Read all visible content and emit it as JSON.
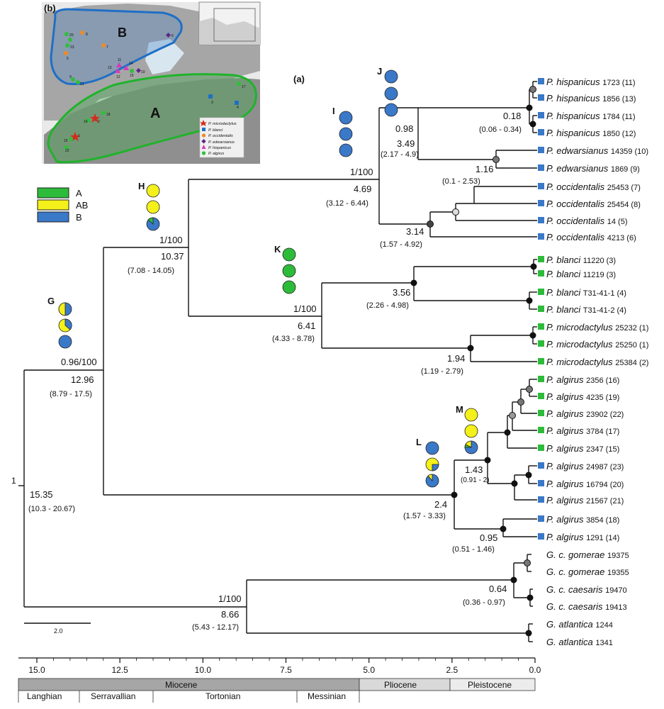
{
  "panel_b": {
    "label": "(b)",
    "area_labels": [
      "A",
      "B"
    ],
    "legend": [
      "P. microdactylus",
      "P. blanci",
      "P. occidentalis",
      "P. edwarsianus",
      "P. hispanicus",
      "P. algirus"
    ],
    "site_numbers": [
      "20",
      "23",
      "8",
      "7",
      "6",
      "5",
      "9",
      "21",
      "11",
      "13",
      "12",
      "14",
      "10",
      "19",
      "3",
      "4",
      "17",
      "15",
      "22",
      "1",
      "2",
      "16",
      "18"
    ],
    "colors": {
      "A": "#1fb32b",
      "B": "#1f6fc6",
      "land": "#9a9a9a",
      "sea": "#ffffff"
    }
  },
  "panel_a_label": "(a)",
  "area_legend": [
    {
      "label": "A",
      "color": "#2dbb3a"
    },
    {
      "label": "AB",
      "color": "#f4f01a"
    },
    {
      "label": "B",
      "color": "#3a78c8"
    }
  ],
  "root_label": "1",
  "nodes": [
    {
      "letter": "G",
      "support": "0.96/100",
      "age": "12.96",
      "hpd": "(8.79 - 17.5)"
    },
    {
      "letter": "H",
      "support": "1/100",
      "age": "10.37",
      "hpd": "(7.08 - 14.05)"
    },
    {
      "letter": "I",
      "support": "1/100",
      "age": "4.69",
      "hpd": "(3.12 - 6.44)"
    },
    {
      "letter": "J",
      "support": "0.98",
      "age": "3.49",
      "hpd": "(2.17 - 4.9)"
    },
    {
      "letter": "K",
      "support": "1/100",
      "age": "6.41",
      "hpd": "(4.33 - 8.78)"
    },
    {
      "letter": "L",
      "support": "",
      "age": "2.4",
      "hpd": "(1.57 - 3.33)"
    },
    {
      "letter": "M",
      "support": "",
      "age": "1.43",
      "hpd": "(0.91 - 2)"
    }
  ],
  "other_ages": [
    {
      "age": "15.35",
      "hpd": "(10.3 - 20.67)"
    },
    {
      "age": "0.18",
      "hpd": "(0.06 - 0.34)"
    },
    {
      "age": "1.16",
      "hpd": "(0.1 - 2.53)"
    },
    {
      "age": "3.14",
      "hpd": "(1.57 - 4.92)"
    },
    {
      "age": "3.56",
      "hpd": "(2.26 - 4.98)"
    },
    {
      "age": "1.94",
      "hpd": "(1.19 - 2.79)"
    },
    {
      "age": "0.95",
      "hpd": "(0.51 - 1.46)"
    },
    {
      "age": "0.64",
      "hpd": "(0.36 - 0.97)"
    },
    {
      "support": "1/100",
      "age": "8.66",
      "hpd": "(5.43 - 12.17)"
    }
  ],
  "tips": [
    {
      "name": "P. hispanicus",
      "id": "1723",
      "site": "(11)",
      "area": "B"
    },
    {
      "name": "P. hispanicus",
      "id": "1856",
      "site": "(13)",
      "area": "B"
    },
    {
      "name": "P. hispanicus",
      "id": "1784",
      "site": "(11)",
      "area": "B"
    },
    {
      "name": "P. hispanicus",
      "id": "1850",
      "site": "(12)",
      "area": "B"
    },
    {
      "name": "P. edwarsianus",
      "id": "14359",
      "site": "(10)",
      "area": "B"
    },
    {
      "name": "P. edwarsianus",
      "id": "1869",
      "site": "(9)",
      "area": "B"
    },
    {
      "name": "P. occidentalis",
      "id": "25453",
      "site": "(7)",
      "area": "B"
    },
    {
      "name": "P. occidentalis",
      "id": "25454",
      "site": "(8)",
      "area": "B"
    },
    {
      "name": "P. occidentalis",
      "id": "14",
      "site": "(5)",
      "area": "B"
    },
    {
      "name": "P. occidentalis",
      "id": "4213",
      "site": "(6)",
      "area": "B"
    },
    {
      "name": "P. blanci",
      "id": "11220",
      "site": "(3)",
      "area": "A"
    },
    {
      "name": "P. blanci",
      "id": "11219",
      "site": "(3)",
      "area": "A"
    },
    {
      "name": "P. blanci",
      "id": "T31-41-1",
      "site": "(4)",
      "area": "A"
    },
    {
      "name": "P. blanci",
      "id": "T31-41-2",
      "site": "(4)",
      "area": "A"
    },
    {
      "name": "P. microdactylus",
      "id": "25232",
      "site": "(1)",
      "area": "A"
    },
    {
      "name": "P. microdactylus",
      "id": "25250",
      "site": "(1)",
      "area": "A"
    },
    {
      "name": "P. microdactylus",
      "id": "25384",
      "site": "(2)",
      "area": "A"
    },
    {
      "name": "P. algirus",
      "id": "2356",
      "site": "(16)",
      "area": "A"
    },
    {
      "name": "P. algirus",
      "id": "4235",
      "site": "(19)",
      "area": "A"
    },
    {
      "name": "P. algirus",
      "id": "23902",
      "site": "(22)",
      "area": "A"
    },
    {
      "name": "P. algirus",
      "id": "3784",
      "site": "(17)",
      "area": "A"
    },
    {
      "name": "P. algirus",
      "id": "2347",
      "site": "(15)",
      "area": "A"
    },
    {
      "name": "P. algirus",
      "id": "24987",
      "site": "(23)",
      "area": "B"
    },
    {
      "name": "P. algirus",
      "id": "16794",
      "site": "(20)",
      "area": "B"
    },
    {
      "name": "P. algirus",
      "id": "21567",
      "site": "(21)",
      "area": "B"
    },
    {
      "name": "P. algirus",
      "id": "3854",
      "site": "(18)",
      "area": "B"
    },
    {
      "name": "P. algirus",
      "id": "1291",
      "site": "(14)",
      "area": "B"
    },
    {
      "name": "G. c. gomerae",
      "id": "19375",
      "site": "",
      "area": ""
    },
    {
      "name": "G. c. gomerae",
      "id": "19355",
      "site": "",
      "area": ""
    },
    {
      "name": "G. c. caesaris",
      "id": "19470",
      "site": "",
      "area": ""
    },
    {
      "name": "G. c. caesaris",
      "id": "19413",
      "site": "",
      "area": ""
    },
    {
      "name": "G. atlantica",
      "id": "1244",
      "site": "",
      "area": ""
    },
    {
      "name": "G. atlantica",
      "id": "1341",
      "site": "",
      "area": ""
    }
  ],
  "scale_bar_label": "2.0",
  "time_axis": {
    "ticks": [
      "15.0",
      "12.5",
      "10.0",
      "7.5",
      "5.0",
      "2.5",
      "0.0"
    ]
  },
  "epochs": [
    "Miocene",
    "Pliocene",
    "Pleistocene"
  ],
  "stages": [
    "Langhian",
    "Serravallian",
    "Tortonian",
    "Messinian"
  ]
}
